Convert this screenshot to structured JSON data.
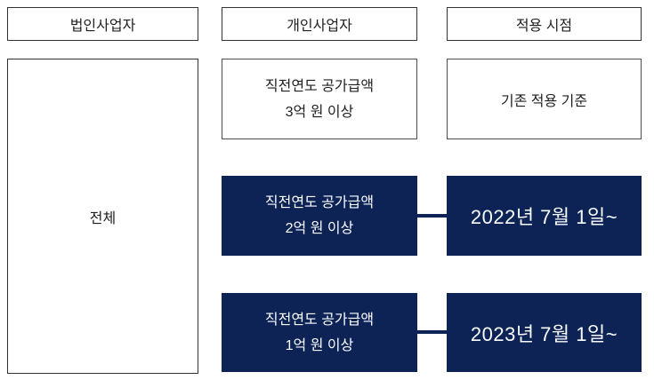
{
  "colors": {
    "navy": "#0d2356",
    "header_border": "#333333",
    "outline_border": "#4d4d4d",
    "text_dark": "#1f1f1f",
    "text_light": "#fbfcfe"
  },
  "columns": [
    {
      "id": "corporate",
      "header": "법인사업자"
    },
    {
      "id": "individual",
      "header": "개인사업자"
    },
    {
      "id": "timing",
      "header": "적용 시점"
    }
  ],
  "corporate": {
    "all_label": "전체"
  },
  "individual": {
    "tiers": [
      {
        "line1": "직전연도 공가급액",
        "line2": "3억 원 이상",
        "style": "outline"
      },
      {
        "line1": "직전연도 공가급액",
        "line2": "2억 원 이상",
        "style": "navy"
      },
      {
        "line1": "직전연도 공가급액",
        "line2": "1억 원 이상",
        "style": "navy"
      }
    ]
  },
  "timing": {
    "entries": [
      {
        "label": "기존 적용 기준",
        "style": "outline"
      },
      {
        "label": "2022년 7월 1일~",
        "style": "navy"
      },
      {
        "label": "2023년 7월 1일~",
        "style": "navy"
      }
    ]
  }
}
